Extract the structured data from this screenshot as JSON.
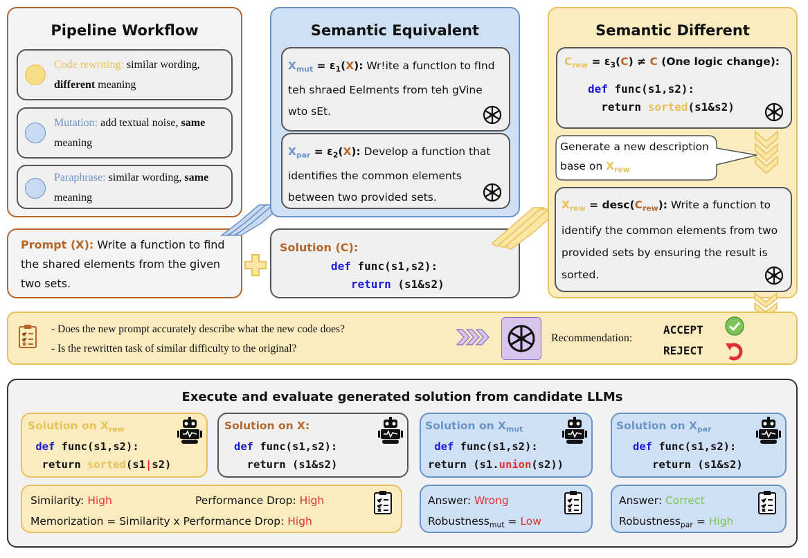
{
  "pipeline": {
    "title": "Pipeline Workflow",
    "items": [
      {
        "label": "Code rewriting:",
        "text1": " similar wording,",
        "bold": "different",
        "text2": " meaning"
      },
      {
        "label": "Mutation:",
        "text1": " add textual noise, ",
        "bold": "same",
        "text2": "meaning"
      },
      {
        "label": "Paraphrase:",
        "text1": " similar wording, ",
        "bold": "same",
        "text2": "meaning"
      }
    ]
  },
  "prompt": {
    "label": "Prompt (X):",
    "text": " Write a function to find the shared elements from the given two sets."
  },
  "solution": {
    "label": "Solution (C):",
    "line1_kw": "def",
    "line1_rest": " func(s1,s2):",
    "line2_kw": "return",
    "line2_rest": " (s1&s2)"
  },
  "equiv": {
    "title": "Semantic Equivalent",
    "mut": {
      "var": "X",
      "sub": "mut",
      "eq": " = ε",
      "eqsub": "1",
      "arg": "X",
      "colon": "):",
      "text": " Wr!ite a functIon to fInd teh shraed Eelments from teh gVine wto sEt."
    },
    "par": {
      "var": "X",
      "sub": "par",
      "eq": " = ε",
      "eqsub": "2",
      "arg": "X",
      "colon": "):",
      "text": " Develop a function that identifies the common elements between two provided sets."
    }
  },
  "diff": {
    "title": "Semantic Different",
    "crew": {
      "var": "C",
      "sub": "rew",
      "eq": " = ε",
      "eqsub": "3",
      "arg": "C",
      "neq": ") ≠ ",
      "c2": "C",
      "note": " (One logic change):"
    },
    "code": {
      "line1_kw": "def",
      "line1_rest": " func(s1,s2):",
      "line2_kw": "return",
      "line2_sorted": "sorted",
      "line2_rest": "(s1&s2)"
    },
    "bubble": {
      "text": "Generate a new description base on ",
      "var": "X",
      "sub": "rew"
    },
    "xrew": {
      "var": "X",
      "sub": "rew",
      "eq": " = desc(",
      "arg": "C",
      "argsub": "rew",
      "close": "):",
      "text": " Write a function to identify the common elements from two provided sets by ensuring the result is sorted."
    }
  },
  "review": {
    "q1": "- Does the new prompt accurately describe what the new code does?",
    "q2": "- Is the rewritten task of similar difficulty to the original?",
    "recommendation": "Recommendation:",
    "accept": "ACCEPT",
    "reject": "REJECT"
  },
  "evaluate": {
    "title": "Execute and evaluate generated solution from candidate LLMs",
    "sol_rew": {
      "label": "Solution on ",
      "var": "X",
      "sub": "rew",
      "kw1": "def",
      "l1": " func(s1,s2):",
      "kw2": "return",
      "sorted": "sorted",
      "l2a": "(s1",
      "bar": "|",
      "l2b": "s2)"
    },
    "sol_x": {
      "label": "Solution on X:",
      "kw1": "def",
      "l1": " func(s1,s2):",
      "kw2": "return",
      "l2": " (s1&s2)"
    },
    "sol_mut": {
      "label": "Solution on ",
      "var": "X",
      "sub": "mut",
      "kw1": "def",
      "l1": " func(s1,s2):",
      "kw2": "return",
      "l2a": " (s1.",
      "union": "union",
      "l2b": "(s2))"
    },
    "sol_par": {
      "label": "Solution on ",
      "var": "X",
      "sub": "par",
      "kw1": "def",
      "l1": " func(s1,s2):",
      "kw2": "return",
      "l2": " (s1&s2)"
    },
    "metrics": {
      "similarity_label": "Similarity: ",
      "similarity": "High",
      "perf_label": "Performance Drop: ",
      "perf": "High",
      "mem_label": "Memorization = Similarity x Performance Drop: ",
      "mem": "High"
    },
    "mut_result": {
      "answer_label": "Answer: ",
      "answer": "Wrong",
      "rob_label": "Robustness",
      "rob_sub": "mut",
      "rob_eq": " = ",
      "rob": "Low"
    },
    "par_result": {
      "answer_label": "Answer: ",
      "answer": "Correct",
      "rob_label": "Robustness",
      "rob_sub": "par",
      "rob_eq": " = ",
      "rob": "High"
    }
  },
  "colors": {
    "brown": "#b5672b",
    "yellow": "#e8c15a",
    "blue": "#6a93c6",
    "red": "#e03030",
    "green": "#7cc35a",
    "keyword": "#1a1ad6"
  }
}
